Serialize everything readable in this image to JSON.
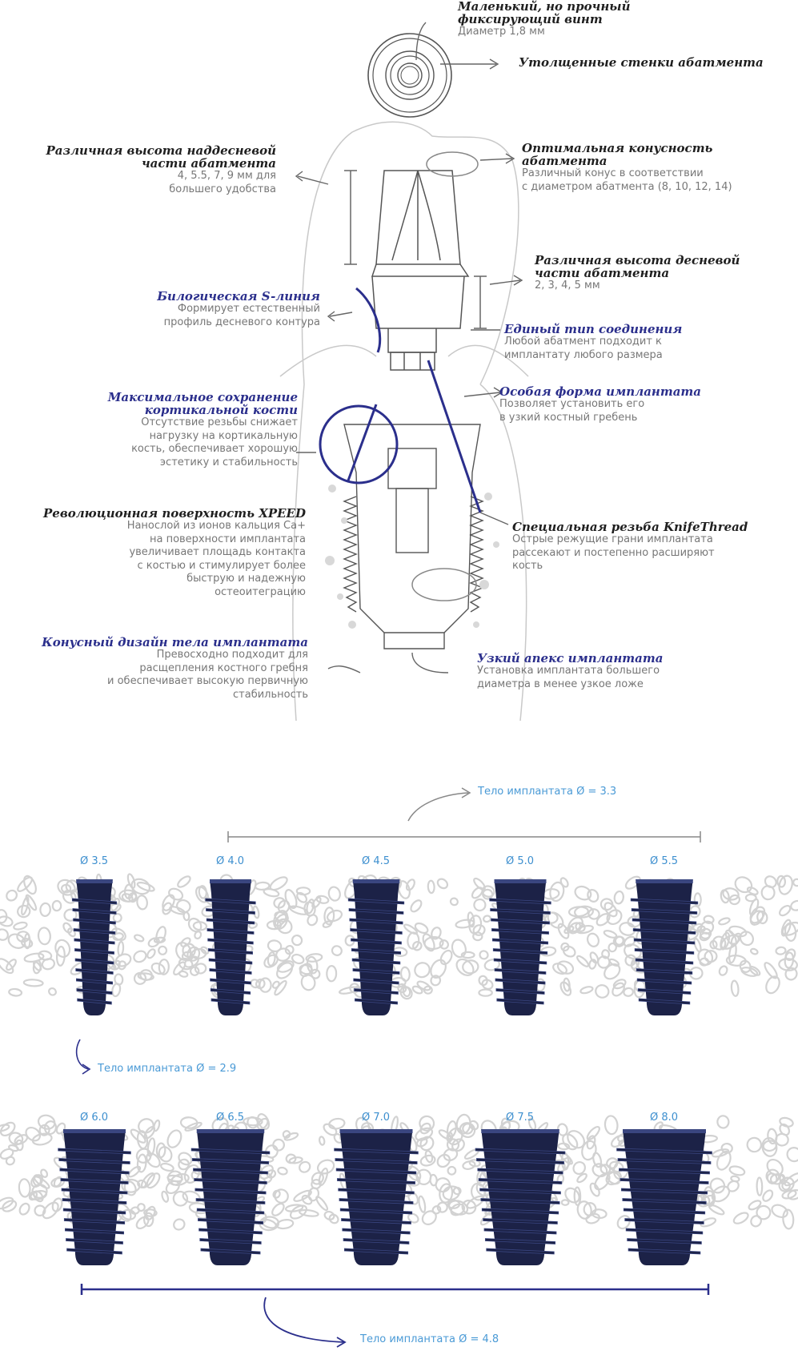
{
  "annotations": {
    "screw": {
      "title": "Маленький, но прочный\nфиксирующий винт",
      "desc": "Диаметр 1,8 мм"
    },
    "walls": {
      "title": "Утолщенные стенки абатмента"
    },
    "supra_height": {
      "title": "Различная высота наддесневой\nчасти абатмента",
      "desc": "4, 5.5, 7, 9 мм для\nбольшего удобства"
    },
    "taper": {
      "title": "Оптимальная конусность абатмента",
      "desc": "Различный конус в соответствии\nс диаметром абатмента (8, 10, 12, 14)"
    },
    "gingival_height": {
      "title": "Различная высота десневой\nчасти абатмента",
      "desc": "2, 3, 4, 5 мм"
    },
    "s_line": {
      "title": "Билогическая S-линия",
      "desc": "Формирует естественный\nпрофиль десневого контура"
    },
    "connection": {
      "title": "Единый тип соединения",
      "desc": "Любой абатмент подходит к\nимплантату любого размера"
    },
    "cortical": {
      "title": "Максимальное сохранение\nкортикальной кости",
      "desc": "Отсутствие резьбы снижает\nнагрузку на кортикальную\nкость, обеспечивает хорошую\nэстетику и стабильность"
    },
    "shape": {
      "title": "Особая форма имплантата",
      "desc": "Позволяет установить его\nв узкий костный гребень"
    },
    "xpeed": {
      "title": "Революционная поверхность XPEED",
      "desc": "Нанослой из ионов кальция Са+\nна поверхности имплантата\nувеличивает площадь контакта\nс костью и стимулирует более\nбыструю и надежную\nостеоитеграцию"
    },
    "knifethread": {
      "title": "Специальная резьба KnifeThread",
      "desc": "Острые режущие грани имплантата\nрассекают и постепенно расширяют\nкость"
    },
    "conical": {
      "title": "Конусный дизайн тела имплантата",
      "desc": "Превосходно подходит для\nрасщепления костного гребня\nи обеспечивает высокую первичную\nстабильность"
    },
    "apex": {
      "title": "Узкий апекс имплантата",
      "desc": "Установка имплантата большего\nдиаметра в менее узкое ложе"
    }
  },
  "body_labels": {
    "d33": "Тело имплантата Ø = 3.3",
    "d29": "Тело имплантата Ø = 2.9",
    "d48": "Тело имплантата Ø = 4.8"
  },
  "row1": [
    {
      "label": "Ø 3.5",
      "width_mm": 3.5
    },
    {
      "label": "Ø 4.0",
      "width_mm": 4.0
    },
    {
      "label": "Ø 4.5",
      "width_mm": 4.5
    },
    {
      "label": "Ø 5.0",
      "width_mm": 5.0
    },
    {
      "label": "Ø 5.5",
      "width_mm": 5.5
    }
  ],
  "row2": [
    {
      "label": "Ø 6.0",
      "width_mm": 6.0
    },
    {
      "label": "Ø 6.5",
      "width_mm": 6.5
    },
    {
      "label": "Ø 7.0",
      "width_mm": 7.0
    },
    {
      "label": "Ø 7.5",
      "width_mm": 7.5
    },
    {
      "label": "Ø 8.0",
      "width_mm": 8.0
    }
  ],
  "colors": {
    "implant": "#1c2247",
    "implant_highlight": "#3a4680",
    "accent_blue": "#2b2f8c",
    "label_blue": "#3d8fcf",
    "sketch": "#666666",
    "bone": "#d2d2d2"
  }
}
